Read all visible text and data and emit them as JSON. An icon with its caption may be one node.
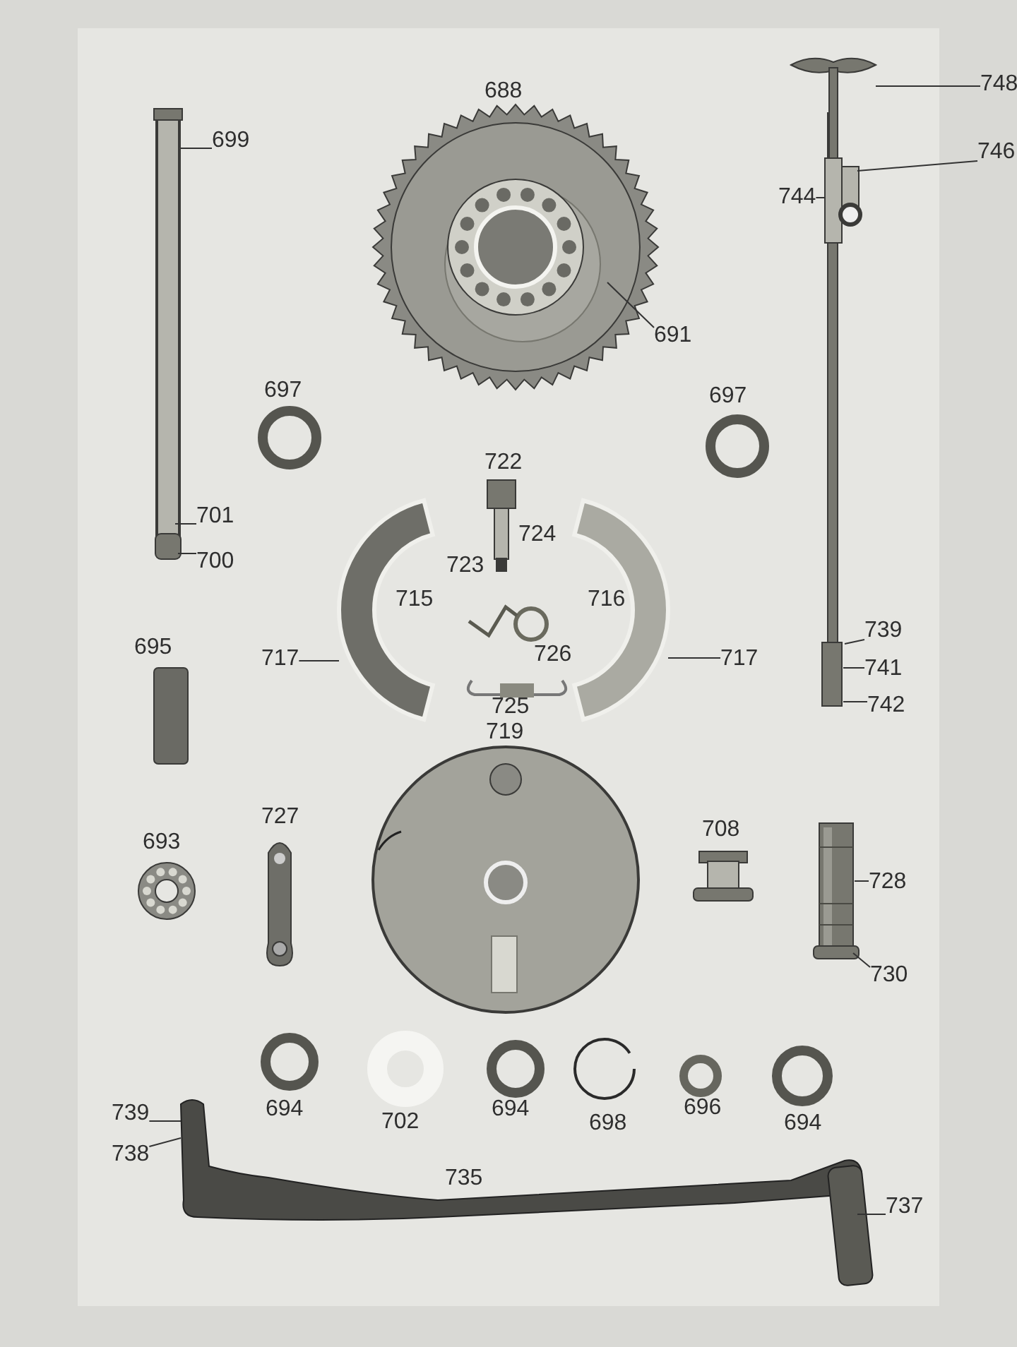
{
  "diagram": {
    "nodes": [
      {
        "text": [
          "699"
        ]
      },
      {
        "text": [
          "691"
        ]
      },
      {
        "text": [
          "748"
        ]
      },
      {
        "text": [
          "746"
        ]
      },
      {
        "text": [
          "744"
        ]
      },
      {
        "text": [
          "701"
        ]
      },
      {
        "text": [
          "700"
        ]
      },
      {
        "text": [
          "717"
        ]
      },
      {
        "text": [
          "717"
        ]
      },
      {
        "text": [
          "739"
        ]
      },
      {
        "text": [
          "741"
        ]
      },
      {
        "text": [
          "742"
        ]
      },
      {
        "text": [
          "728"
        ]
      },
      {
        "text": [
          "730"
        ]
      },
      {
        "text": [
          "739"
        ]
      },
      {
        "text": [
          "738"
        ]
      },
      {
        "text": [
          "737"
        ]
      },
      {
        "text": [],
        "shape": "picture"
      },
      {
        "text": [],
        "shape": "picture"
      },
      {
        "text": [],
        "shape": "picture"
      },
      {
        "text": [],
        "shape": "picture"
      },
      {
        "text": [],
        "shape": "picture"
      },
      {
        "text": [],
        "shape": "picture"
      },
      {
        "text": [],
        "shape": "picture"
      }
    ],
    "edges": [
      {
        "from": 0,
        "to": 17,
        "arrow": "none"
      },
      {
        "from": 1,
        "to": 18,
        "arrow": "none"
      },
      {
        "from": 2,
        "to": 19,
        "arrow": "none"
      },
      {
        "from": 3,
        "to": 19,
        "arrow": "none"
      },
      {
        "from": 4,
        "to": 19,
        "arrow": "none"
      },
      {
        "from": 5,
        "to": 17,
        "arrow": "none"
      },
      {
        "from": 6,
        "to": 17,
        "arrow": "none"
      },
      {
        "from": 7,
        "to": 20,
        "arrow": "none"
      },
      {
        "from": 8,
        "to": 21,
        "arrow": "none"
      },
      {
        "from": 9,
        "to": 19,
        "arrow": "none"
      },
      {
        "from": 10,
        "to": 19,
        "arrow": "none"
      },
      {
        "from": 11,
        "to": 19,
        "arrow": "none"
      },
      {
        "from": 12,
        "to": 22,
        "arrow": "none"
      },
      {
        "from": 13,
        "to": 22,
        "arrow": "none"
      },
      {
        "from": 14,
        "to": 23,
        "arrow": "none"
      },
      {
        "from": 15,
        "to": 23,
        "arrow": "none"
      },
      {
        "from": 16,
        "to": 23,
        "arrow": "none"
      }
    ],
    "labels": [
      "688",
      "697",
      "697",
      "722",
      "724",
      "723",
      "715",
      "716",
      "726",
      "725",
      "695",
      "719",
      "693",
      "727",
      "708",
      "694",
      "702",
      "694",
      "698",
      "696",
      "694",
      "735"
    ]
  }
}
